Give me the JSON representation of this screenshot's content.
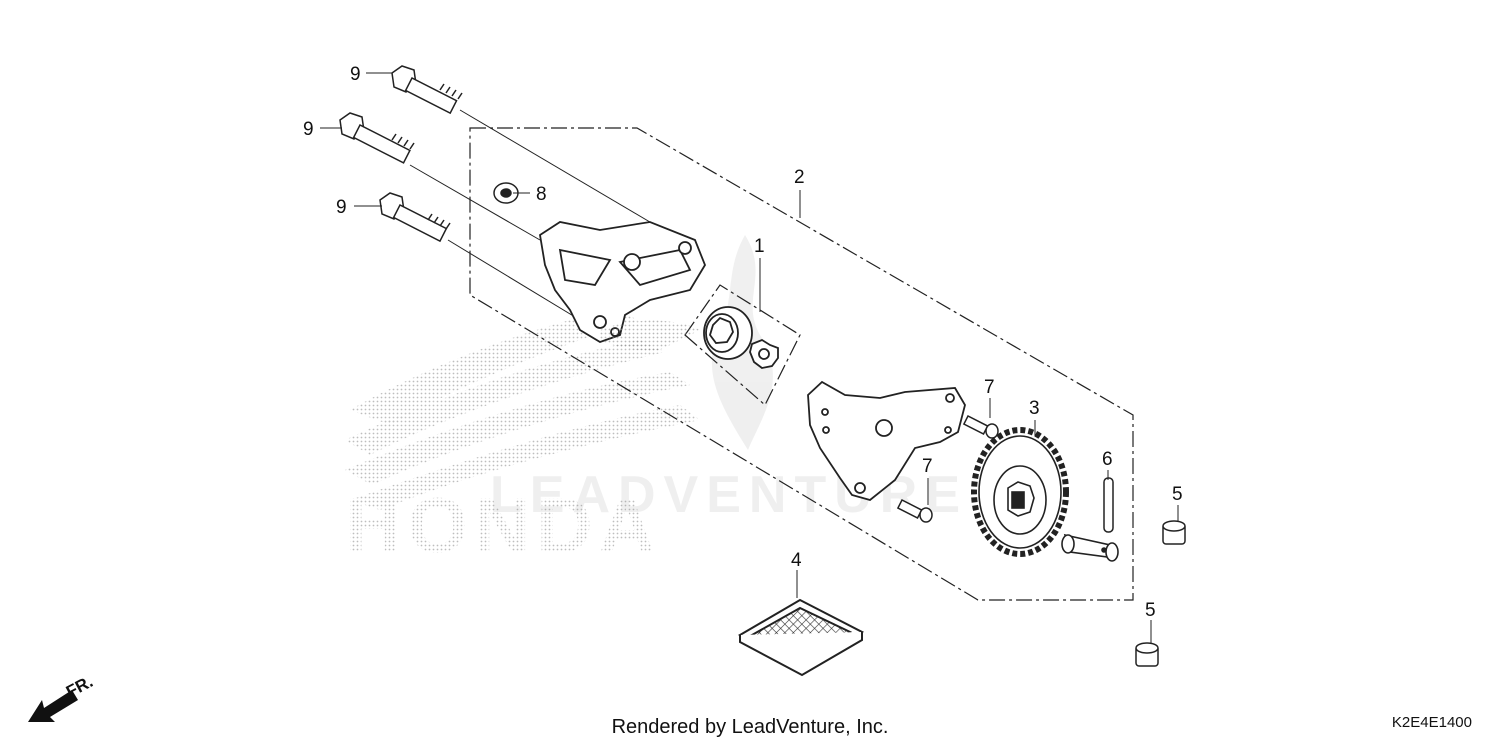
{
  "callouts": {
    "c1": "1",
    "c2": "2",
    "c3": "3",
    "c4": "4",
    "c5a": "5",
    "c5b": "5",
    "c6": "6",
    "c7a": "7",
    "c7b": "7",
    "c8": "8",
    "c9a": "9",
    "c9b": "9",
    "c9c": "9"
  },
  "watermark": {
    "brand": "HONDA",
    "vendor": "LEADVENTURE"
  },
  "direction_label": "FR.",
  "footer": {
    "rendered_by": "Rendered by LeadVenture, Inc.",
    "diagram_code": "K2E4E1400"
  }
}
